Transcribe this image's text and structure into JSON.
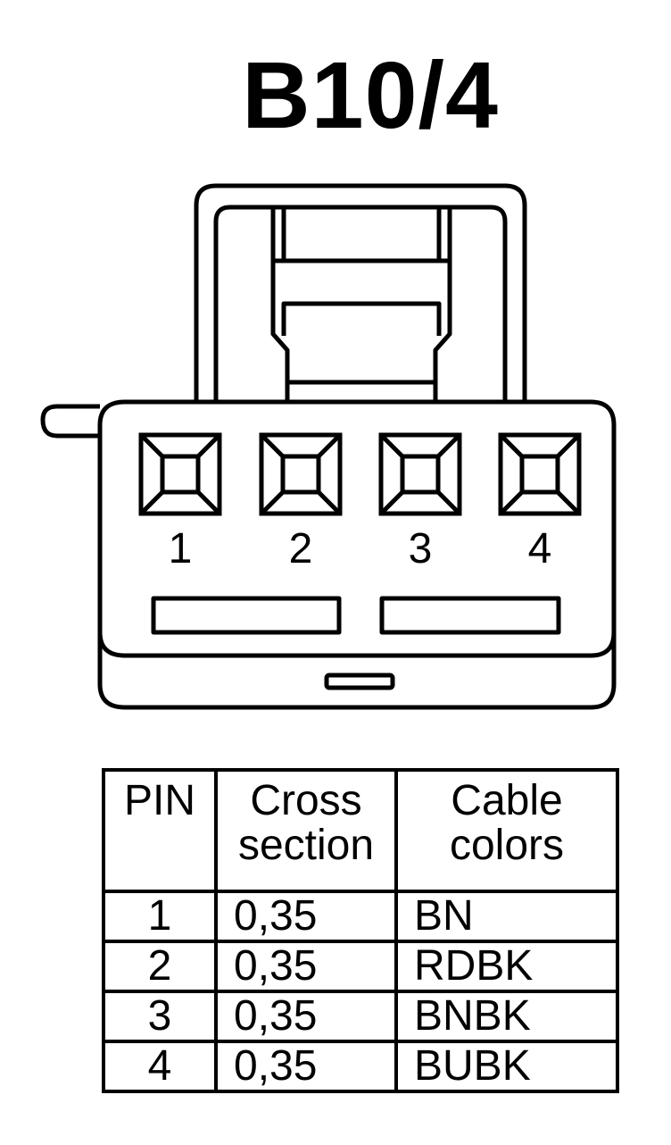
{
  "title": "B10/4",
  "connector": {
    "pin_labels": [
      "1",
      "2",
      "3",
      "4"
    ]
  },
  "table": {
    "headers": {
      "pin": "PIN",
      "cross_section": [
        "Cross",
        "section"
      ],
      "cable_colors": [
        "Cable",
        "colors"
      ]
    },
    "rows": [
      {
        "pin": "1",
        "cross_section": "0,35",
        "color": "BN"
      },
      {
        "pin": "2",
        "cross_section": "0,35",
        "color": "RDBK"
      },
      {
        "pin": "3",
        "cross_section": "0,35",
        "color": "BNBK"
      },
      {
        "pin": "4",
        "cross_section": "0,35",
        "color": "BUBK"
      }
    ]
  }
}
